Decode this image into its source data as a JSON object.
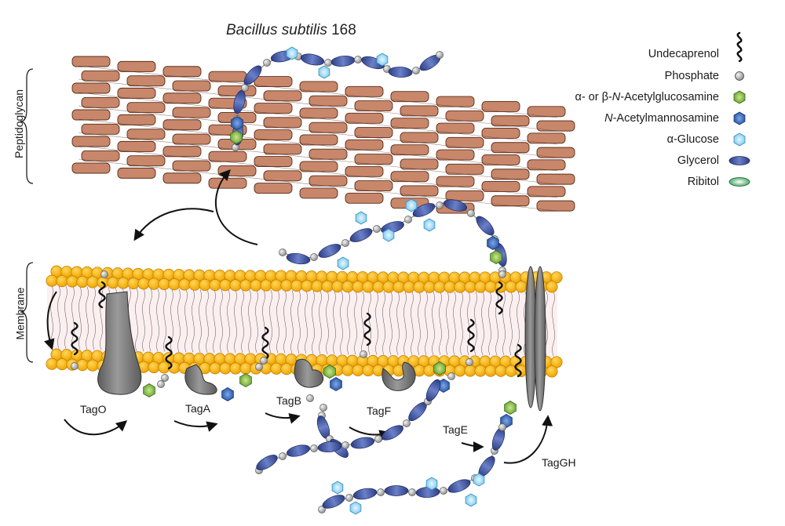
{
  "title": {
    "species": "Bacillus subtilis",
    "strain": "168"
  },
  "side_labels": {
    "peptidoglycan": "Peptidoglycan",
    "membrane": "Membrane"
  },
  "legend": [
    {
      "label": "Undecaprenol",
      "icon": "undecaprenol-icon"
    },
    {
      "label": "Phosphate",
      "icon": "phosphate-icon"
    },
    {
      "label": "α- or β-N-Acetylglucosamine",
      "prefix": "α- or β-",
      "italic": "N",
      "suffix": "-Acetylglucosamine",
      "icon": "glcnac-icon",
      "color": "#7cb342"
    },
    {
      "label": "N-Acetylmannosamine",
      "prefix": "",
      "italic": "N",
      "suffix": "-Acetylmannosamine",
      "icon": "mannac-icon",
      "color": "#2b5fb4"
    },
    {
      "label": "α-Glucose",
      "icon": "glucose-icon",
      "color": "#8fd3f4"
    },
    {
      "label": "Glycerol",
      "icon": "glycerol-icon",
      "color": "#3b4f9a"
    },
    {
      "label": "Ribitol",
      "icon": "ribitol-icon",
      "color": "#3aa35a"
    }
  ],
  "enzymes": [
    "TagO",
    "TagA",
    "TagB",
    "TagF",
    "TagE",
    "TagGH"
  ]
}
